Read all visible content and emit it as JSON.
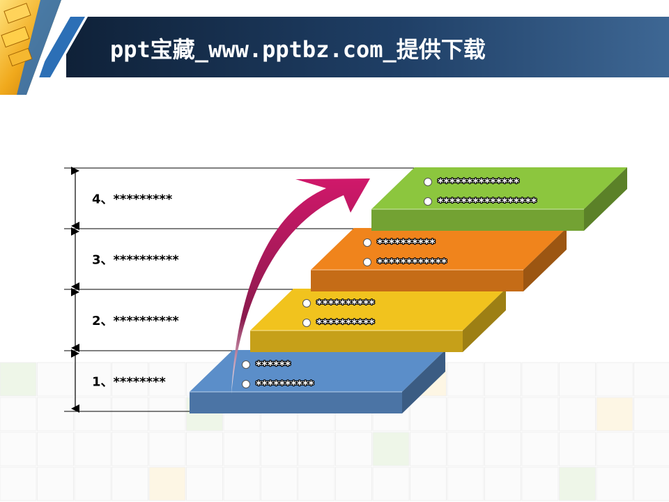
{
  "header": {
    "title": "ppt宝藏_www.pptbz.com_提供下载"
  },
  "levels": [
    {
      "label": "1、********",
      "step_color": "#5b8ec9",
      "bullets": [
        "******",
        "**********"
      ]
    },
    {
      "label": "2、**********",
      "step_color": "#f1c31e",
      "bullets": [
        "**********",
        "**********"
      ]
    },
    {
      "label": "3、**********",
      "step_color": "#f0841c",
      "bullets": [
        "**********",
        "************"
      ]
    },
    {
      "label": "4、*********",
      "step_color": "#8cc63e",
      "bullets": [
        "**************",
        "*****************"
      ]
    }
  ],
  "colors": {
    "header_bar": "#1e3a5f",
    "arrow": "#c2185b"
  }
}
